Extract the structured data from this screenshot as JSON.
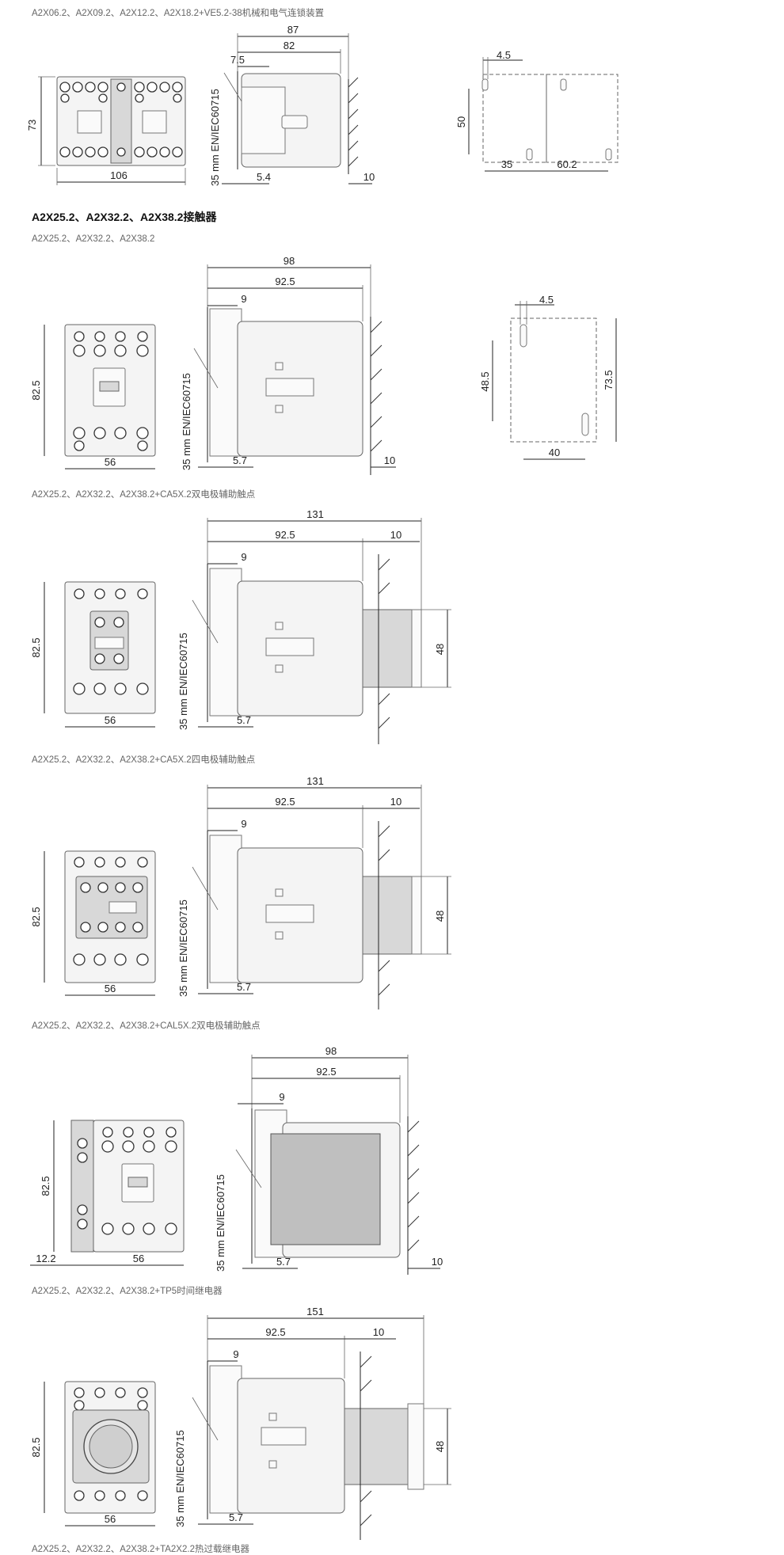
{
  "captions": {
    "top": "A2X06.2、A2X09.2、A2X12.2、A2X18.2+VE5.2-38机械和电气连锁装置",
    "heading": "A2X25.2、A2X32.2、A2X38.2接触器",
    "sub": "A2X25.2、A2X32.2、A2X38.2",
    "c3": "A2X25.2、A2X32.2、A2X38.2+CA5X.2双电极辅助触点",
    "c4": "A2X25.2、A2X32.2、A2X38.2+CA5X.2四电极辅助触点",
    "c5": "A2X25.2、A2X32.2、A2X38.2+CAL5X.2双电极辅助触点",
    "c6": "A2X25.2、A2X32.2、A2X38.2+TP5时间继电器",
    "c7": "A2X25.2、A2X32.2、A2X38.2+TA2X2.2热过载继电器"
  },
  "rail_label": "35 mm EN/IEC60715",
  "section1": {
    "height": "73",
    "width": "106",
    "depth_total": "87",
    "depth_body": "82",
    "offset": "7.5",
    "rail_off": "5.4",
    "clearance": "10",
    "hole_off": "4.5",
    "hole_h": "50",
    "hole_w1": "35",
    "hole_w2": "60.2"
  },
  "section2": {
    "depth_total": "98",
    "depth_body": "92.5",
    "offset": "9",
    "height": "82.5",
    "width": "56",
    "rail_off": "5.7",
    "clearance": "10",
    "hole_off": "4.5",
    "hole_h1": "48.5",
    "hole_h2": "73.5",
    "hole_w": "40"
  },
  "section3": {
    "depth_total": "131",
    "depth_body": "92.5",
    "clearance": "10",
    "offset": "9",
    "height": "82.5",
    "width": "56",
    "rail_off": "5.7",
    "aux_h": "48"
  },
  "section4": {
    "depth_total": "131",
    "depth_body": "92.5",
    "clearance": "10",
    "offset": "9",
    "height": "82.5",
    "width": "56",
    "rail_off": "5.7",
    "aux_h": "48"
  },
  "section5": {
    "depth_total": "98",
    "depth_body": "92.5",
    "offset": "9",
    "height": "82.5",
    "side_w": "12.2",
    "width": "56",
    "rail_off": "5.7",
    "clearance": "10"
  },
  "section6": {
    "depth_total": "151",
    "depth_body": "92.5",
    "clearance": "10",
    "offset": "9",
    "height": "82.5",
    "width": "56",
    "rail_off": "5.7",
    "aux_h": "48"
  }
}
